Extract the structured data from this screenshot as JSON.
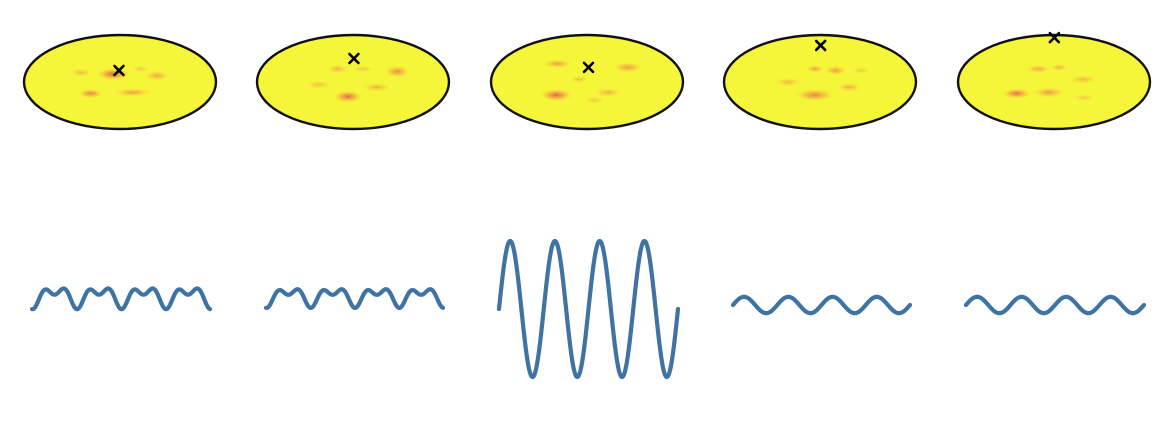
{
  "panels": [
    {
      "map": {
        "marker": {
          "symbol": "×",
          "lon": -2,
          "lat": 22
        },
        "blobs": [
          {
            "lon": -13,
            "lat": 15,
            "rx": 18,
            "ry": 14,
            "a": 1.0
          },
          {
            "lon": -57,
            "lat": -22,
            "rx": 14,
            "ry": 11,
            "a": 0.75
          },
          {
            "lon": 24,
            "lat": -20,
            "rx": 22,
            "ry": 10,
            "a": 0.55
          },
          {
            "lon": 70,
            "lat": 12,
            "rx": 14,
            "ry": 12,
            "a": 0.5
          },
          {
            "lon": -75,
            "lat": 18,
            "rx": 12,
            "ry": 9,
            "a": 0.4
          },
          {
            "lon": 40,
            "lat": 25,
            "rx": 10,
            "ry": 8,
            "a": 0.3
          }
        ]
      },
      "wave": {
        "amplitude": 0.3,
        "terms": [
          {
            "freq": 4,
            "amp": 0.55,
            "phase": -1.7
          },
          {
            "freq": 8,
            "amp": 0.45,
            "phase": -1.7
          }
        ]
      }
    },
    {
      "map": {
        "marker": {
          "symbol": "×",
          "lon": 2,
          "lat": 45
        },
        "blobs": [
          {
            "lon": -10,
            "lat": -28,
            "rx": 16,
            "ry": 14,
            "a": 0.95
          },
          {
            "lon": 85,
            "lat": 20,
            "rx": 14,
            "ry": 14,
            "a": 0.7
          },
          {
            "lon": -30,
            "lat": 25,
            "rx": 12,
            "ry": 10,
            "a": 0.45
          },
          {
            "lon": 45,
            "lat": -10,
            "rx": 16,
            "ry": 10,
            "a": 0.45
          },
          {
            "lon": -65,
            "lat": -5,
            "rx": 14,
            "ry": 9,
            "a": 0.35
          },
          {
            "lon": 20,
            "lat": 25,
            "rx": 12,
            "ry": 8,
            "a": 0.3
          }
        ]
      },
      "wave": {
        "amplitude": 0.27,
        "terms": [
          {
            "freq": 4,
            "amp": 0.55,
            "phase": -1.7
          },
          {
            "freq": 8,
            "amp": 0.45,
            "phase": -1.7
          }
        ]
      }
    },
    {
      "map": {
        "marker": {
          "symbol": "×",
          "lon": 3,
          "lat": 28
        },
        "blobs": [
          {
            "lon": -60,
            "lat": -25,
            "rx": 18,
            "ry": 14,
            "a": 1.0
          },
          {
            "lon": -60,
            "lat": 35,
            "rx": 16,
            "ry": 10,
            "a": 0.6
          },
          {
            "lon": 80,
            "lat": 28,
            "rx": 16,
            "ry": 12,
            "a": 0.6
          },
          {
            "lon": 40,
            "lat": -20,
            "rx": 16,
            "ry": 10,
            "a": 0.45
          },
          {
            "lon": -15,
            "lat": 5,
            "rx": 10,
            "ry": 8,
            "a": 0.35
          },
          {
            "lon": 15,
            "lat": -35,
            "rx": 12,
            "ry": 8,
            "a": 0.3
          }
        ]
      },
      "wave": {
        "amplitude": 1.0,
        "terms": [
          {
            "freq": 4,
            "amp": 1.0,
            "phase": 0
          }
        ]
      }
    },
    {
      "map": {
        "marker": {
          "symbol": "×",
          "lon": 2,
          "lat": 70
        },
        "blobs": [
          {
            "lon": -10,
            "lat": -25,
            "rx": 22,
            "ry": 14,
            "a": 0.75
          },
          {
            "lon": 30,
            "lat": 22,
            "rx": 12,
            "ry": 11,
            "a": 0.6
          },
          {
            "lon": -10,
            "lat": 25,
            "rx": 10,
            "ry": 9,
            "a": 0.55
          },
          {
            "lon": 55,
            "lat": -10,
            "rx": 14,
            "ry": 10,
            "a": 0.45
          },
          {
            "lon": -60,
            "lat": 0,
            "rx": 14,
            "ry": 10,
            "a": 0.4
          },
          {
            "lon": 80,
            "lat": 22,
            "rx": 10,
            "ry": 8,
            "a": 0.3
          }
        ]
      },
      "wave": {
        "amplitude": 0.12,
        "terms": [
          {
            "freq": 4,
            "amp": 1.0,
            "phase": 0
          }
        ]
      }
    },
    {
      "map": {
        "marker": {
          "symbol": "×",
          "lon": 2,
          "lat": 85
        },
        "blobs": [
          {
            "lon": -72,
            "lat": -22,
            "rx": 16,
            "ry": 12,
            "a": 0.9
          },
          {
            "lon": -10,
            "lat": -20,
            "rx": 18,
            "ry": 12,
            "a": 0.6
          },
          {
            "lon": -30,
            "lat": 25,
            "rx": 14,
            "ry": 10,
            "a": 0.5
          },
          {
            "lon": 10,
            "lat": 28,
            "rx": 10,
            "ry": 8,
            "a": 0.45
          },
          {
            "lon": 55,
            "lat": 5,
            "rx": 16,
            "ry": 10,
            "a": 0.4
          },
          {
            "lon": 60,
            "lat": -30,
            "rx": 12,
            "ry": 8,
            "a": 0.3
          }
        ]
      },
      "wave": {
        "amplitude": 0.12,
        "terms": [
          {
            "freq": 4,
            "amp": 1.0,
            "phase": 0
          }
        ]
      }
    }
  ],
  "colors": {
    "map_base": "#f5f53a",
    "map_mid": "#f7a640",
    "map_hot": "#d96a55",
    "map_outline": "#111111",
    "marker": "#000000",
    "wave_stroke": "#3f73a3"
  },
  "icons": {
    "marker": "cross-marker-icon"
  }
}
